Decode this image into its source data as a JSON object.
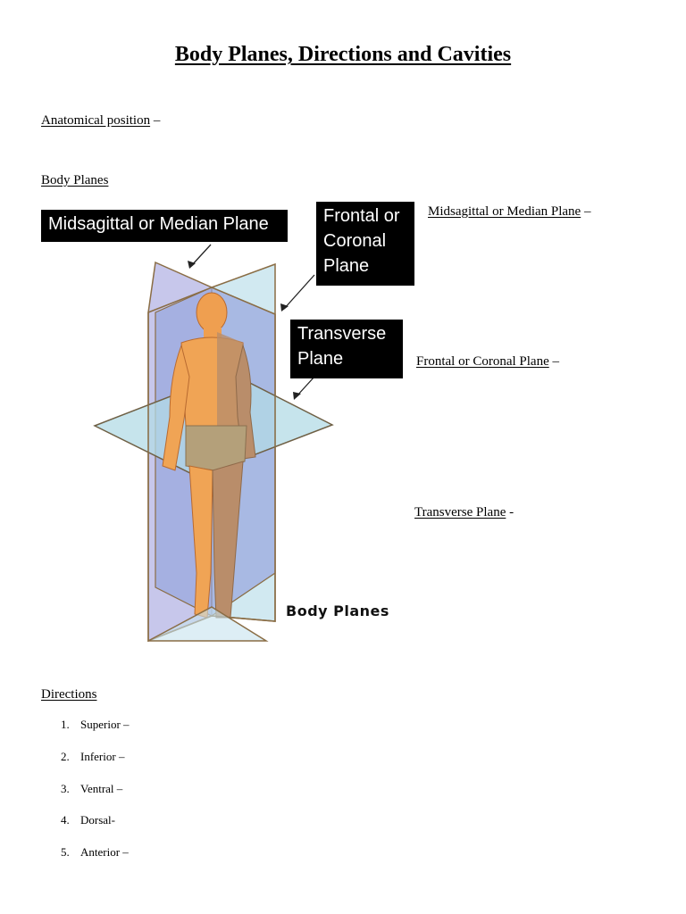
{
  "document": {
    "title": "Body Planes, Directions and Cavities",
    "anatomical_position": {
      "label": "Anatomical position",
      "suffix": " –"
    },
    "body_planes_heading": "Body Planes",
    "plane_definitions": [
      {
        "label": "Midsagittal or Median Plane",
        "suffix": " –"
      },
      {
        "label": "Frontal or Coronal Plane",
        "suffix": " –"
      },
      {
        "label": "Transverse Plane",
        "suffix": " -"
      }
    ],
    "directions_heading": "Directions",
    "directions": [
      {
        "num": "1.",
        "text": "Superior –"
      },
      {
        "num": "2.",
        "text": "Inferior –"
      },
      {
        "num": "3.",
        "text": "Ventral –"
      },
      {
        "num": "4.",
        "text": "Dorsal-"
      },
      {
        "num": "5.",
        "text": "Anterior –"
      }
    ]
  },
  "figure": {
    "callouts": {
      "midsagittal": "Midsagittal or Median Plane",
      "frontal_line1": "Frontal or",
      "frontal_line2": "Coronal",
      "frontal_line3": "Plane",
      "transverse_line1": "Transverse",
      "transverse_line2": "Plane"
    },
    "caption": "Body Planes",
    "colors": {
      "sagittal_plane": "#b9b9e6",
      "frontal_plane": "#c6e3ee",
      "transverse_plane": "#b3dbe6",
      "plane_edge": "#8a6d45",
      "skin": "#f0a455",
      "skin_shadow": "#c98a55",
      "shorts": "#b4a07a",
      "callout_bg": "#000000"
    }
  }
}
